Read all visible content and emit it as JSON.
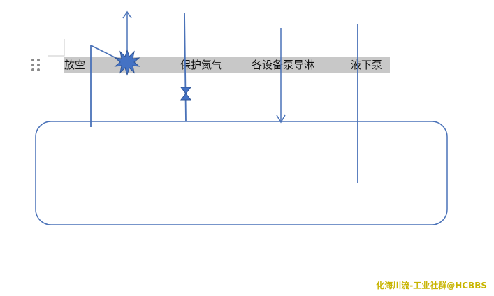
{
  "labels": {
    "vent": "放空",
    "nitrogen": "保护氮气",
    "pump_flush": "各设备泵导淋",
    "submerged_pump": "液下泵"
  },
  "watermark": "化海川流-工业社群@HCBBS",
  "colors": {
    "line": "#4a72b8",
    "starburst": "#4472c4",
    "label_band": "#c8c8c8",
    "watermark": "#c8b400"
  }
}
